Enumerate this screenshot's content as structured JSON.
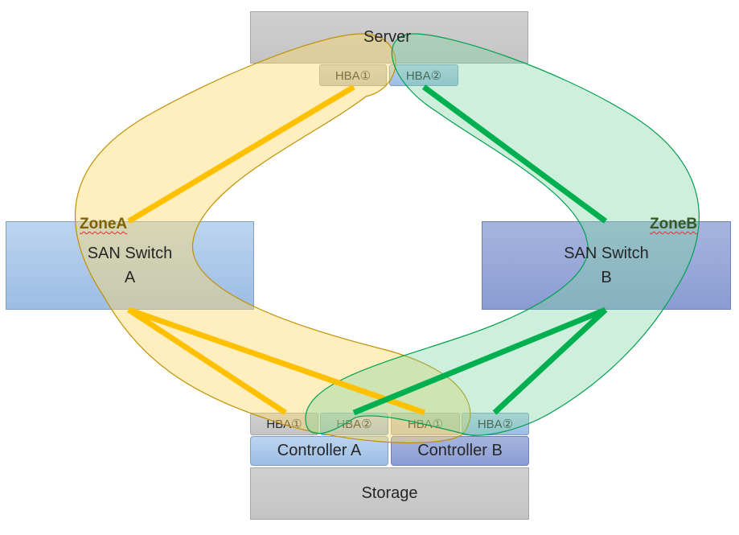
{
  "server": {
    "label": "Server"
  },
  "server_hbas": [
    "HBA①",
    "HBA②"
  ],
  "switch_a": {
    "label": "SAN Switch\nA"
  },
  "switch_b": {
    "label": "SAN Switch\nB"
  },
  "zones": {
    "a": "ZoneA",
    "b": "ZoneB"
  },
  "controller_hbas": [
    "HBA①",
    "HBA②",
    "HBA①",
    "HBA②"
  ],
  "controllers": {
    "a": "Controller A",
    "b": "Controller B"
  },
  "storage": {
    "label": "Storage"
  },
  "colors": {
    "zone_a_line": "#ffc000",
    "zone_b_line": "#00b050",
    "zone_a_fill": "#ffd966",
    "zone_b_fill": "#7fd6a0",
    "zone_a_text": "#806000",
    "zone_b_text": "#385723"
  }
}
